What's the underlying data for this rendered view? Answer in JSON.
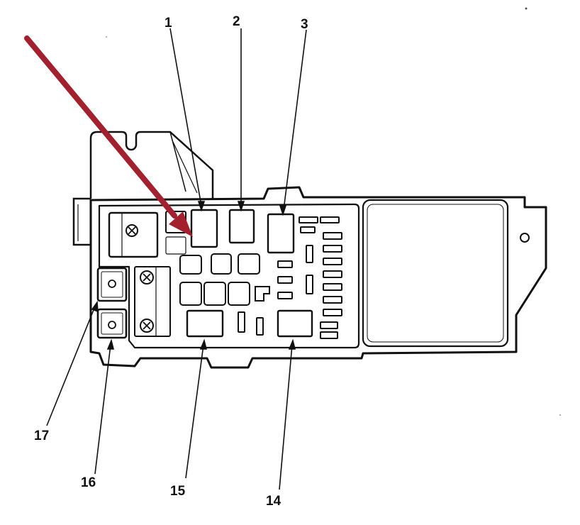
{
  "callouts": {
    "c1": "1",
    "c2": "2",
    "c3": "3",
    "c14": "14",
    "c15": "15",
    "c16": "16",
    "c17": "17"
  },
  "colors": {
    "arrow": "#A3202F",
    "line": "#111111",
    "paper": "#ffffff"
  }
}
